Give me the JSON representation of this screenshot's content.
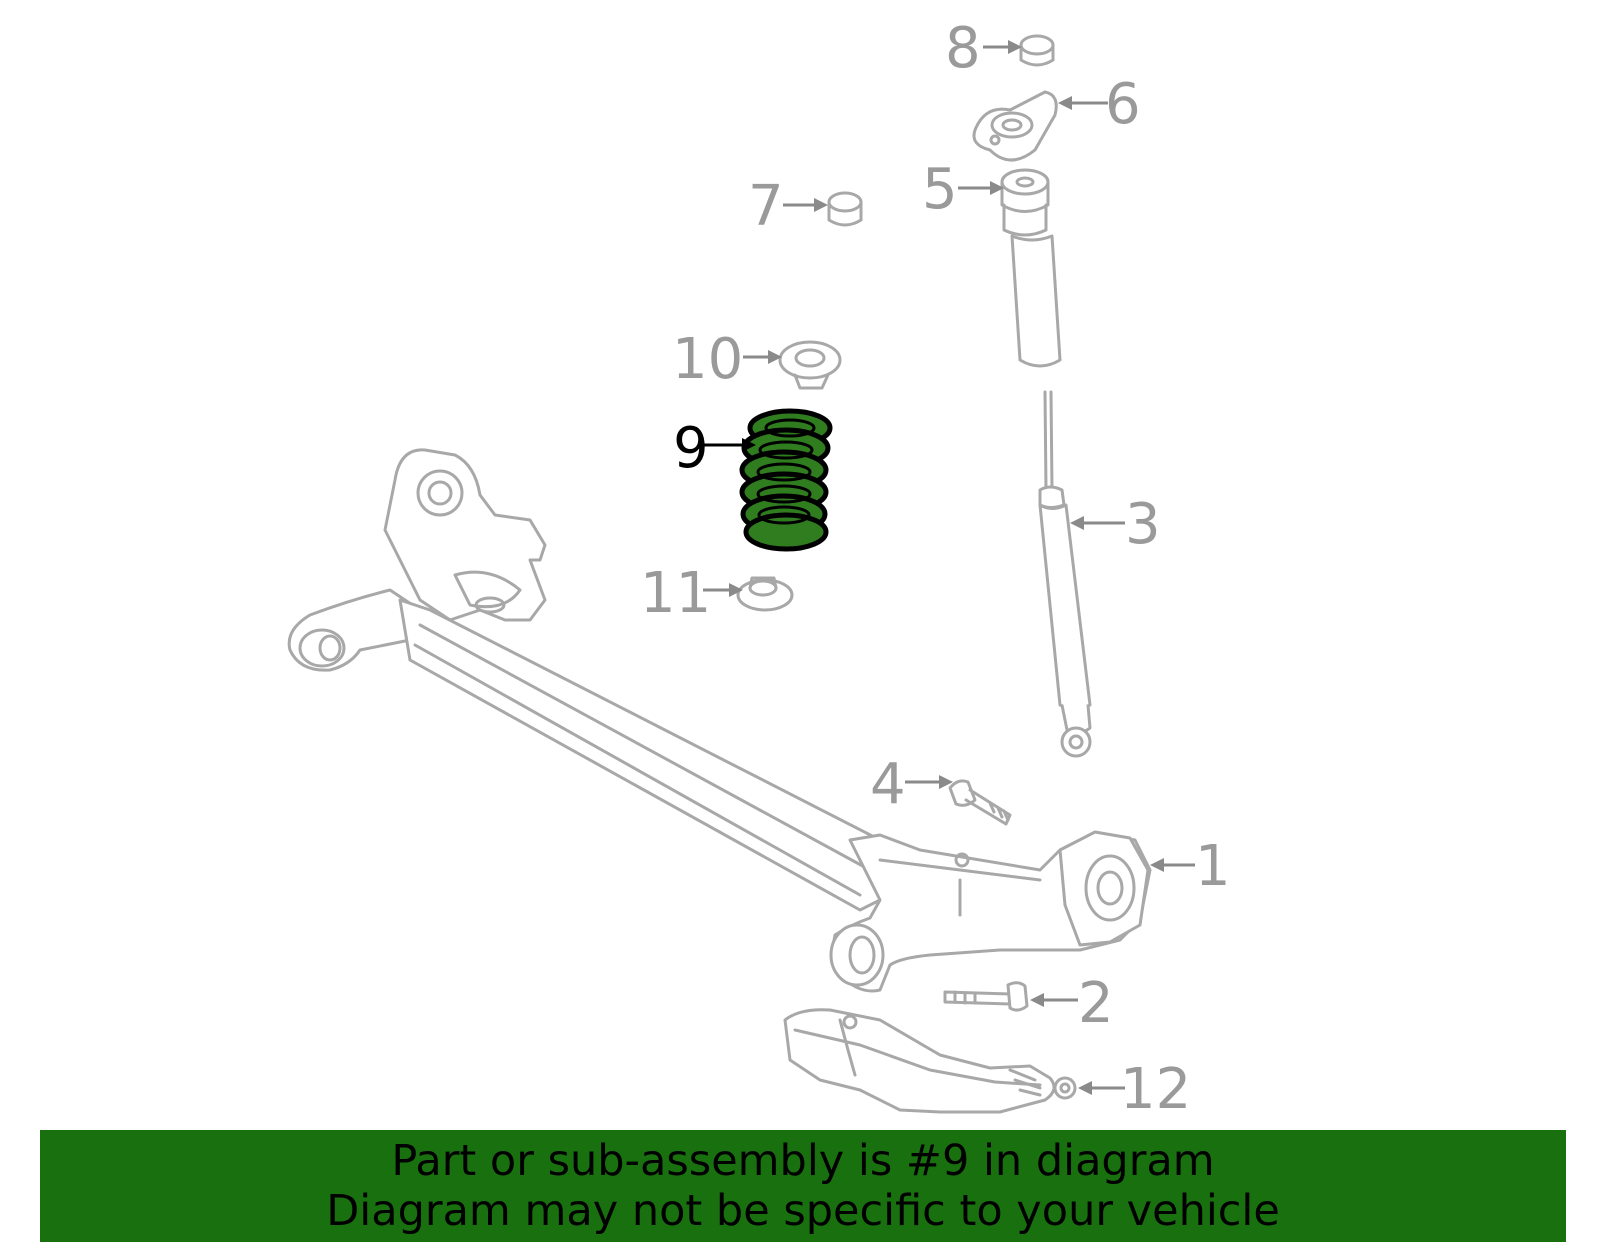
{
  "callouts": {
    "c1": "1",
    "c2": "2",
    "c3": "3",
    "c4": "4",
    "c5": "5",
    "c6": "6",
    "c7": "7",
    "c8": "8",
    "c9": "9",
    "c10": "10",
    "c11": "11",
    "c12": "12"
  },
  "highlighted_part": "9",
  "colors": {
    "highlight": "#2f7d1f",
    "banner": "#19700f",
    "line_art": "#a8a8a8"
  },
  "banner": {
    "line1": "Part or sub-assembly is #9 in diagram",
    "line2": "Diagram may not be specific to your vehicle"
  }
}
